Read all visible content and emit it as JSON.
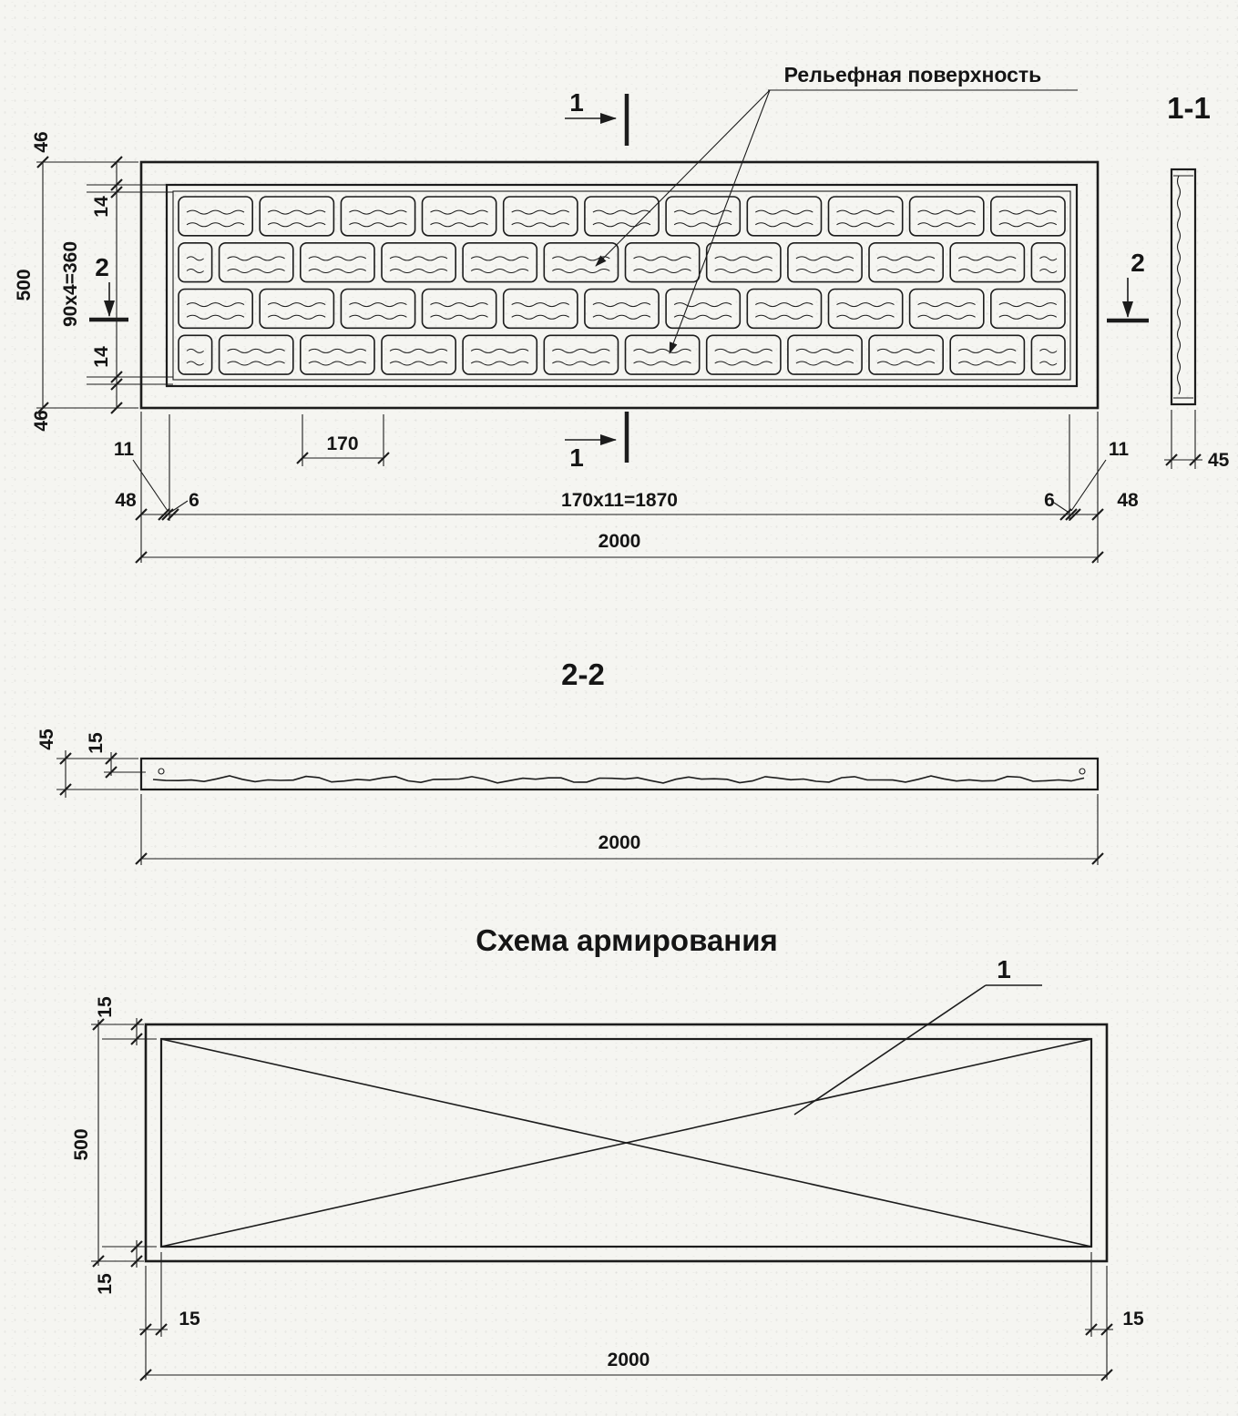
{
  "drawing": {
    "colors": {
      "ink": "#1c1c1c",
      "paper": "#f5f5f1"
    },
    "title_labels": {
      "relief_surface": "Рельефная поверхность",
      "section_1_1": "1-1",
      "section_2_2": "2-2",
      "reinforcement": "Схема армирования"
    },
    "cut_marks": {
      "mark1_top": "1",
      "mark1_bottom": "1",
      "mark2_left": "2",
      "mark2_right": "2"
    },
    "plan_dims": {
      "h46_top": "46",
      "h14_top": "14",
      "h90x4": "90x4=360",
      "h14_bottom": "14",
      "h46_bottom": "46",
      "h500": "500",
      "w170": "170",
      "w11_left": "11",
      "w48_left": "48",
      "w6_left": "6",
      "w170x11": "170x11=1870",
      "w6_right": "6",
      "w48_right": "48",
      "w11_right": "11",
      "w2000": "2000"
    },
    "section11_dims": {
      "t45": "45"
    },
    "section22_dims": {
      "t45": "45",
      "t15": "15",
      "w2000": "2000"
    },
    "reinforcement_dims": {
      "i15_top": "15",
      "h500": "500",
      "i15_bottom": "15",
      "i15_left": "15",
      "i15_right": "15",
      "w2000": "2000",
      "rebar_mark": "1"
    }
  }
}
